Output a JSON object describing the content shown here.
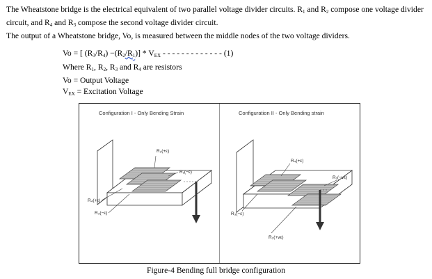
{
  "paragraph": {
    "line1_a": "The Wheatstone bridge is the electrical equivalent of two parallel voltage divider circuits. R",
    "line1_s1": "1",
    "line1_b": " and R",
    "line1_s2": "2",
    "line1_c": " compose one voltage divider",
    "line2_a": "circuit, and R",
    "line2_s1": "4",
    "line2_b": " and R",
    "line2_s2": "3",
    "line2_c": " compose the second voltage divider circuit.",
    "line3": "The output of a Wheatstone bridge, Vo, is measured between the middle nodes of the two voltage dividers."
  },
  "formula": {
    "eq_prefix": "Vo = [ (R",
    "eq_s1": "3",
    "eq_m1": "/R",
    "eq_s2": "4",
    "eq_m2": ") −(R",
    "eq_s3": "2",
    "eq_m3": "/R",
    "eq_s4": "1",
    "eq_m4": ")] * V",
    "eq_s5": "EX",
    "eq_suffix": " - - - - - - - - - - - - - (1)",
    "where_a": "Where R",
    "where_s1": "1",
    "where_b": ", R",
    "where_s2": "2",
    "where_c": ", R",
    "where_s3": "3",
    "where_d": " and R",
    "where_s4": "4",
    "where_e": " are resistors",
    "vo_def": "Vo = Output Voltage",
    "vex_a": "V",
    "vex_s": "EX",
    "vex_b": " = Excitation Voltage"
  },
  "figure": {
    "left_title": "Configuration I - Only Bending Strain",
    "right_title": "Configuration II - Only Bending strain",
    "left_labels": {
      "r2": "R₂(+ε)",
      "r1": "R₁(−ε)",
      "r4": "R₄(+ε)",
      "r3": "R₃(−ε)"
    },
    "right_labels": {
      "r4": "R₄(+ε)",
      "r1": "R₁(−vε)",
      "r3": "R₃(−ε)",
      "r2": "R₂(+vε)"
    },
    "caption": "Figure-4 Bending full bridge configuration"
  }
}
